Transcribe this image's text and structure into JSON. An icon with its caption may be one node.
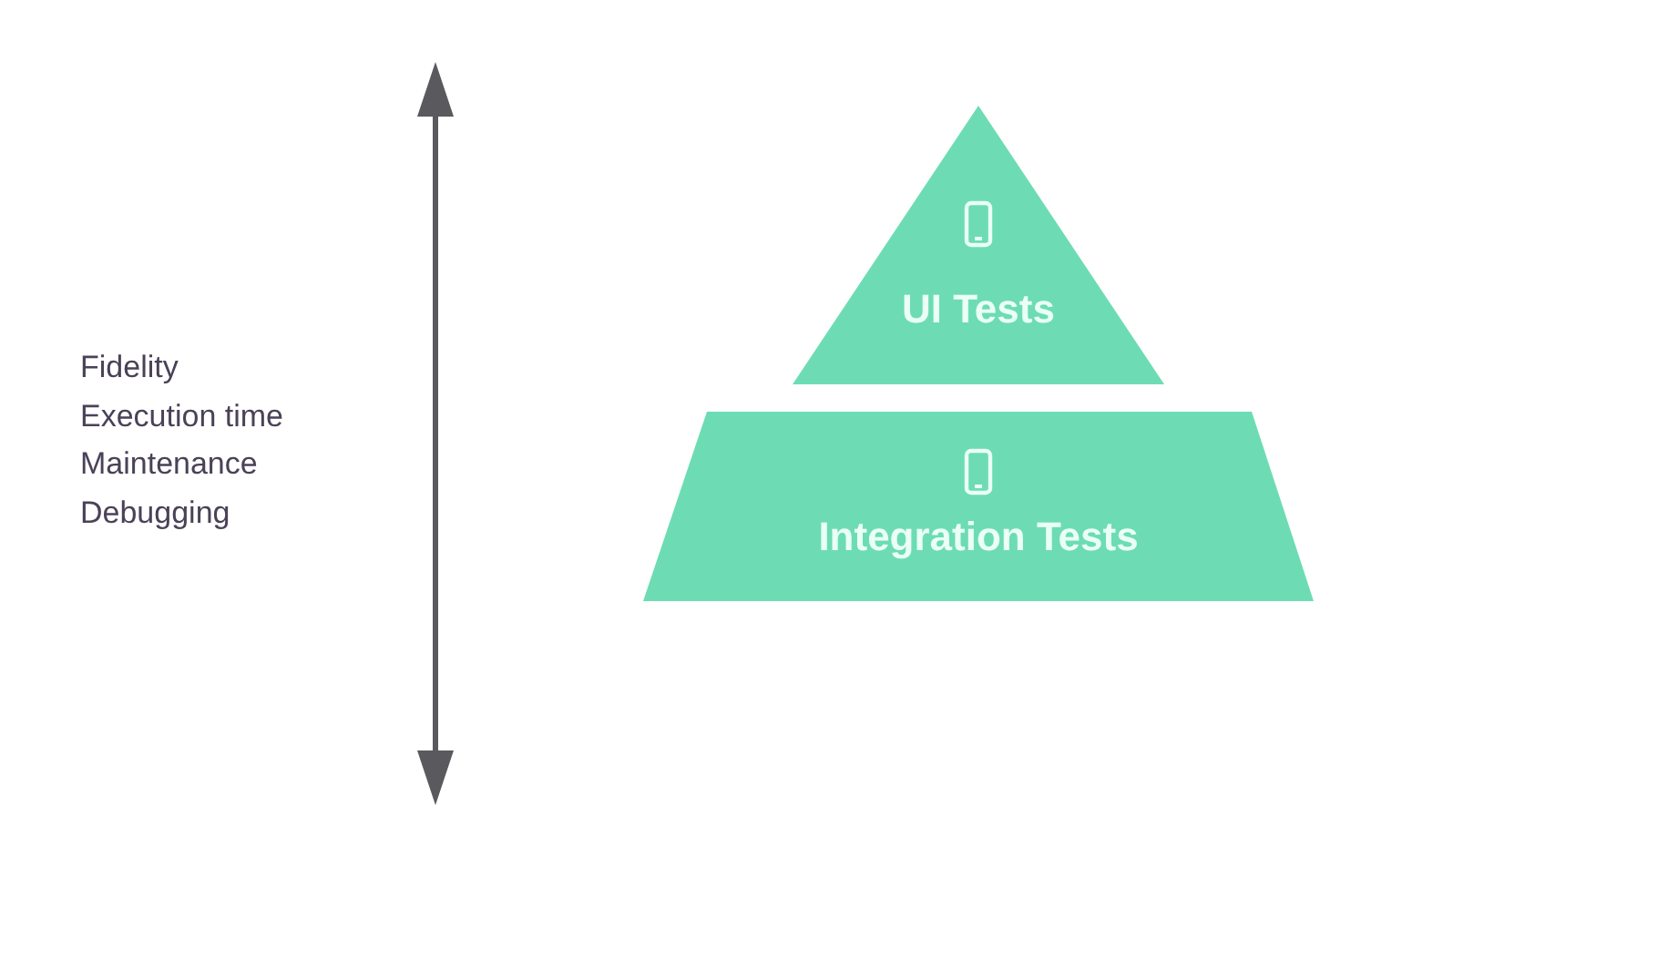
{
  "diagram": {
    "nodes": [
      {
        "text": [
          "UI Tests"
        ]
      },
      {
        "text": [
          "Integration Tests"
        ]
      }
    ],
    "labels": [
      "Fidelity",
      "Execution time",
      "Maintenance",
      "Debugging"
    ]
  }
}
